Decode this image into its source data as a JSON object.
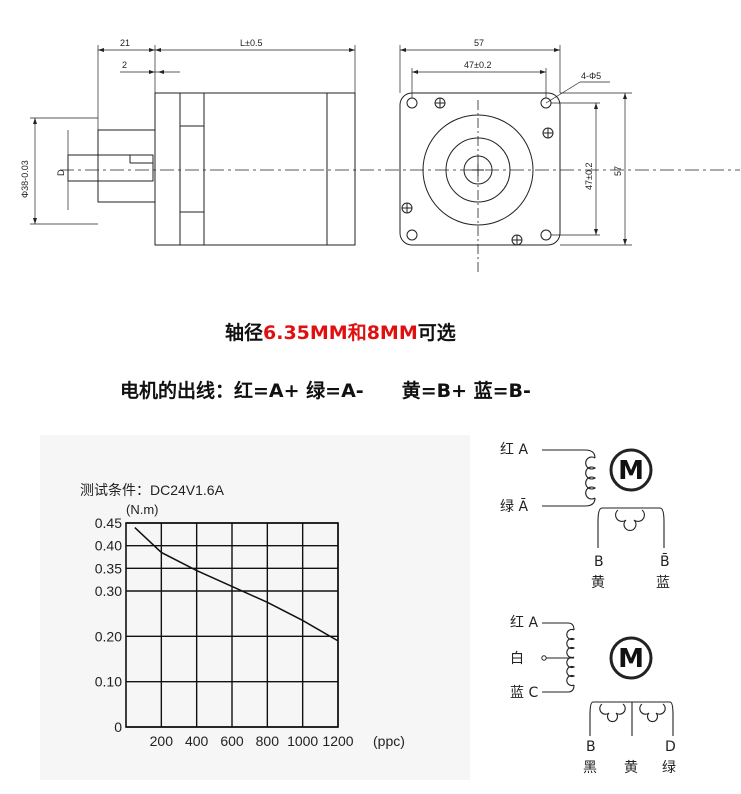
{
  "drawing": {
    "dim_21": "21",
    "dim_2": "2",
    "dim_L": "L±0.5",
    "dim_dia38": "Φ38-0.03",
    "dim_D": "D",
    "dim_57_top": "57",
    "dim_47_top": "47±0.2",
    "dim_holes": "4-Φ5",
    "dim_47_side": "47±0.2",
    "dim_57_side": "57"
  },
  "shaft_note": {
    "prefix": "轴径",
    "highlight": "6.35MM和8MM",
    "suffix": "可选",
    "highlight_color": "#e01010"
  },
  "wiring_note": {
    "label": "电机的出线：",
    "pairs": "红=A+ 绿=A-",
    "pairs2": "黄=B+ 蓝=B-"
  },
  "chart_data": {
    "type": "line",
    "title": "测试条件：DC24V1.6A",
    "ylabel": "(N.m)",
    "xlabel": "(ppc)",
    "x_ticks": [
      "200",
      "400",
      "600",
      "800",
      "1000",
      "1200"
    ],
    "y_ticks": [
      "0",
      "0.10",
      "0.20",
      "0.30",
      "0.35",
      "0.40",
      "0.45"
    ],
    "y_tick_values": [
      0,
      0.1,
      0.2,
      0.3,
      0.35,
      0.4,
      0.45
    ],
    "xlim": [
      0,
      1200
    ],
    "ylim": [
      0,
      0.45
    ],
    "grid": true,
    "series": [
      {
        "x": [
          50,
          200,
          400,
          600,
          800,
          1000,
          1200
        ],
        "values": [
          0.44,
          0.385,
          0.345,
          0.31,
          0.275,
          0.235,
          0.19
        ]
      }
    ]
  },
  "wiring_4": {
    "label_a": "红 A",
    "label_abar": "绿 Ā",
    "motor": "M",
    "b_letter": "B",
    "bbar_letter": "B̄",
    "b_color": "黄",
    "bbar_color": "蓝"
  },
  "wiring_6": {
    "label_a": "红 A",
    "label_mid": "白",
    "label_c": "蓝 C",
    "motor": "M",
    "b_letter": "B",
    "d_letter": "D",
    "b_color": "黑",
    "mid_color": "黄",
    "d_color": "绿"
  }
}
